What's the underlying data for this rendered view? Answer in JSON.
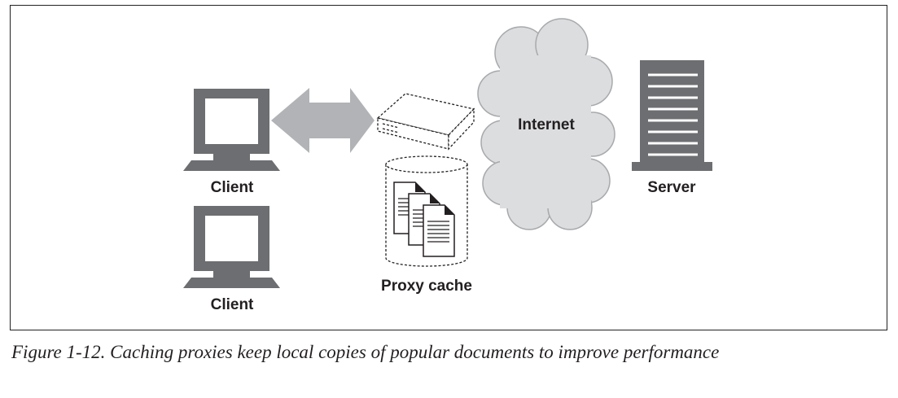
{
  "diagram": {
    "nodes": {
      "client_top": {
        "label": "Client",
        "icon": "computer-monitor-icon"
      },
      "client_bottom": {
        "label": "Client",
        "icon": "computer-monitor-icon"
      },
      "proxy": {
        "label": "Proxy cache",
        "icon": "proxy-device-icon"
      },
      "internet": {
        "label": "Internet",
        "icon": "cloud-icon"
      },
      "server": {
        "label": "Server",
        "icon": "server-tower-icon"
      }
    },
    "colors": {
      "icon_gray": "#6d6e71",
      "arrow_gray": "#b1b3b6",
      "cloud_fill": "#dcdddf",
      "cloud_stroke": "#a7a9ac",
      "text": "#231f20"
    }
  },
  "caption": "Figure 1-12. Caching proxies keep local copies of popular documents to improve performance"
}
